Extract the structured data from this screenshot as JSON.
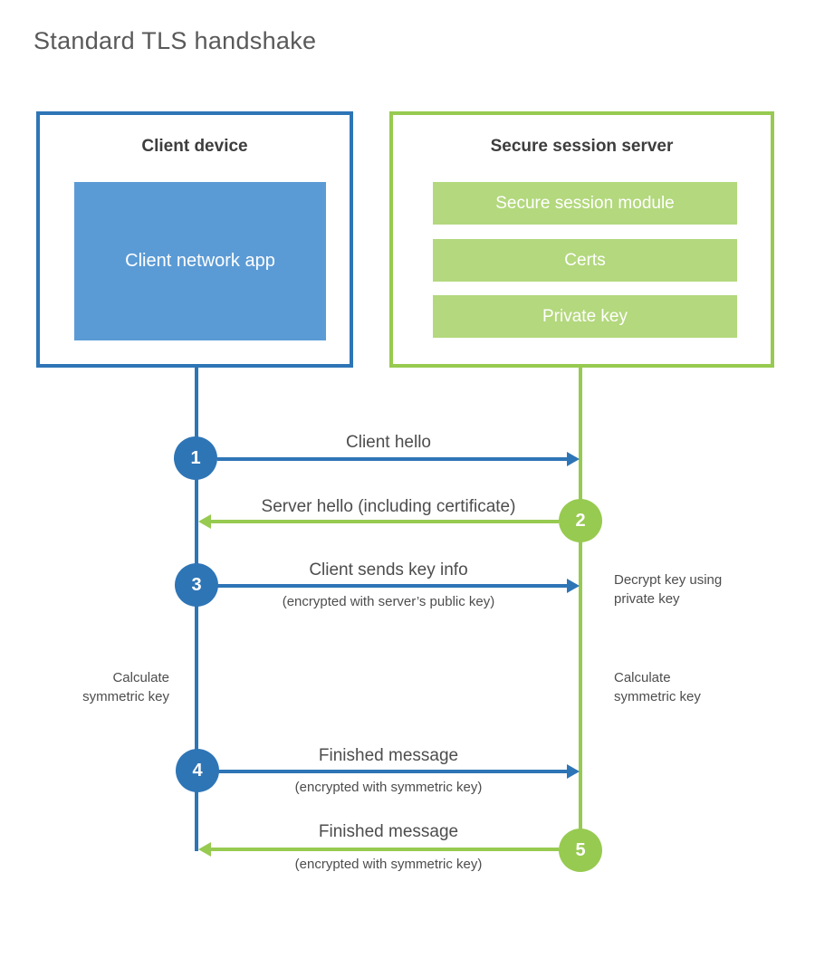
{
  "title": "Standard TLS handshake",
  "colors": {
    "blue": "#2e75b6",
    "blueFill": "#5b9bd5",
    "green": "#97ca50",
    "greenFill": "#b3d87d",
    "heading": "#3d3d3d",
    "label": "#4d4d4d",
    "titleColor": "#595959",
    "white": "#ffffff"
  },
  "client": {
    "title": "Client device",
    "app": "Client network app"
  },
  "server": {
    "title": "Secure session server",
    "modules": [
      "Secure session module",
      "Certs",
      "Private key"
    ]
  },
  "steps": [
    {
      "num": "1",
      "direction": "client-to-server",
      "label": "Client hello",
      "sublabel": ""
    },
    {
      "num": "2",
      "direction": "server-to-client",
      "label": "Server hello (including certificate)",
      "sublabel": ""
    },
    {
      "num": "3",
      "direction": "client-to-server",
      "label": "Client sends key info",
      "sublabel": "(encrypted with server’s public key)"
    },
    {
      "num": "4",
      "direction": "client-to-server",
      "label": "Finished message",
      "sublabel": "(encrypted with symmetric key)"
    },
    {
      "num": "5",
      "direction": "server-to-client",
      "label": "Finished message",
      "sublabel": "(encrypted with symmetric key)"
    }
  ],
  "notes": {
    "decrypt": "Decrypt key using private key",
    "calculate_left": "Calculate symmetric key",
    "calculate_right": "Calculate symmetric key"
  }
}
